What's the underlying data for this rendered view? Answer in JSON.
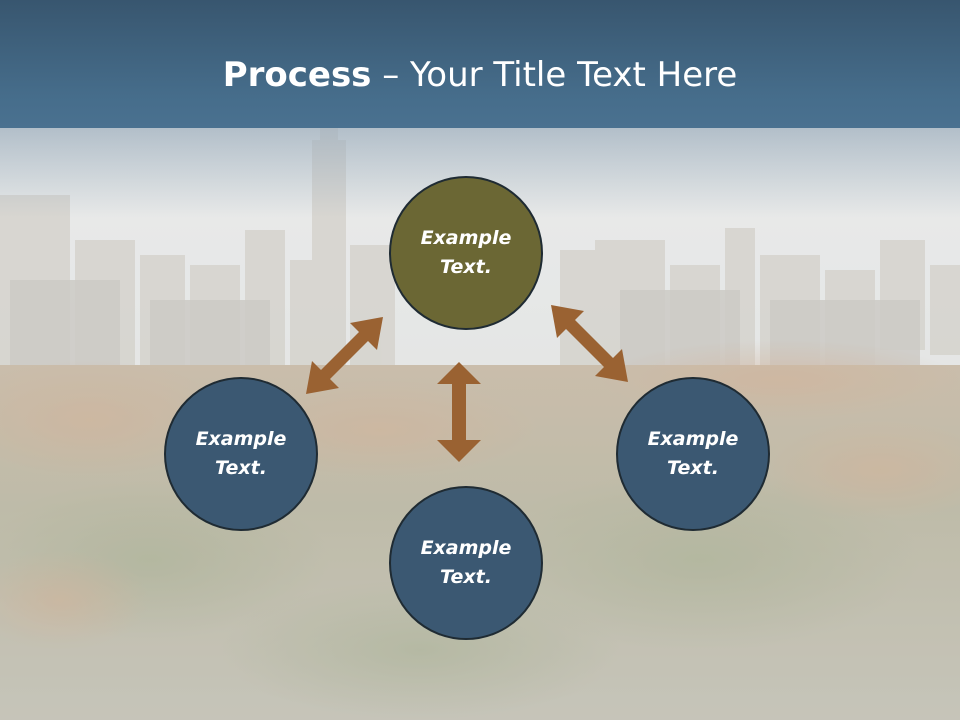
{
  "title": {
    "bold": "Process",
    "rest": " – Your Title Text Here"
  },
  "nodes": [
    {
      "id": "top",
      "line1": "Example",
      "line2": "Text.",
      "color": "#6b6734"
    },
    {
      "id": "left",
      "line1": "Example",
      "line2": "Text.",
      "color": "#3b5872"
    },
    {
      "id": "bottom",
      "line1": "Example",
      "line2": "Text.",
      "color": "#3b5872"
    },
    {
      "id": "right",
      "line1": "Example",
      "line2": "Text.",
      "color": "#3b5872"
    }
  ],
  "colors": {
    "title_bar": "#466d8b",
    "arrow": "#9a6232",
    "node_blue": "#3b5872",
    "node_olive": "#6b6734",
    "node_border": "#1f2b33"
  }
}
